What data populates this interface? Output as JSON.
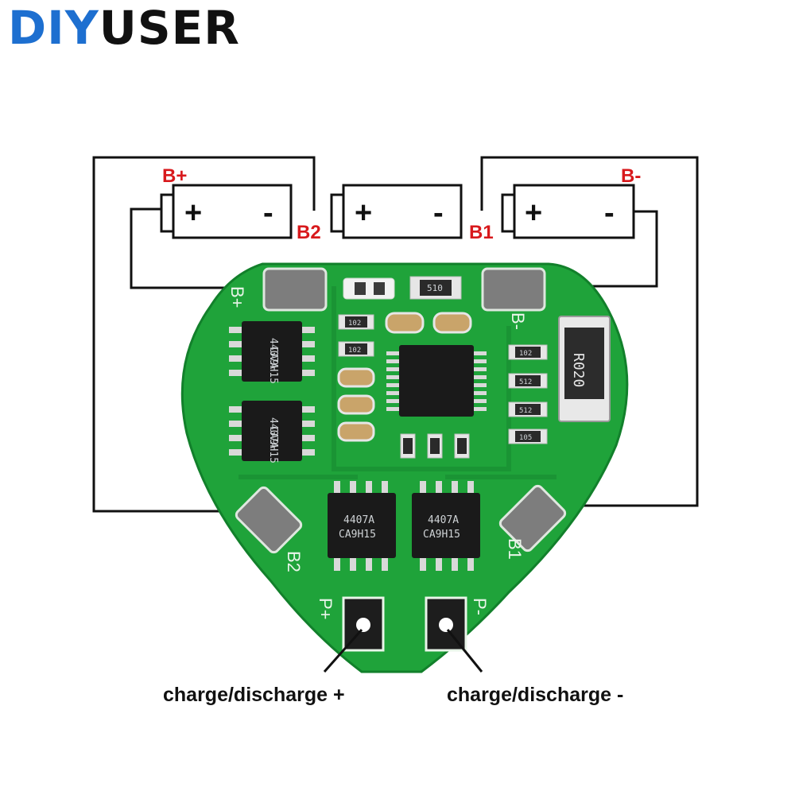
{
  "brand": {
    "part1": "DIY",
    "part2": "USER"
  },
  "labels": {
    "b_plus": "B+",
    "b_minus": "B-",
    "b2": "B2",
    "b1": "B1",
    "plus": "+",
    "minus": "-"
  },
  "board": {
    "pad_b_plus": "B+",
    "pad_b_minus": "B-",
    "pad_b2": "B2",
    "pad_b1": "B1",
    "pad_p_plus": "P+",
    "pad_p_minus": "P-",
    "resistor_main": "R020",
    "chip_line1": "4407A",
    "chip_line2": "CA9H15",
    "chip_line1_b": "4407A",
    "chip_line2_b": "CA9H15",
    "r_510": "510",
    "r_102": "102",
    "r_512": "512",
    "r_105": "105"
  },
  "captions": {
    "charge_plus": "charge/discharge +",
    "charge_minus": "charge/discharge -"
  },
  "colors": {
    "pcb": "#1fa33a",
    "pcb_dark": "#168a2e",
    "label_red": "#d8191c",
    "wire": "#111111",
    "brand_blue": "#1d6fd0"
  }
}
